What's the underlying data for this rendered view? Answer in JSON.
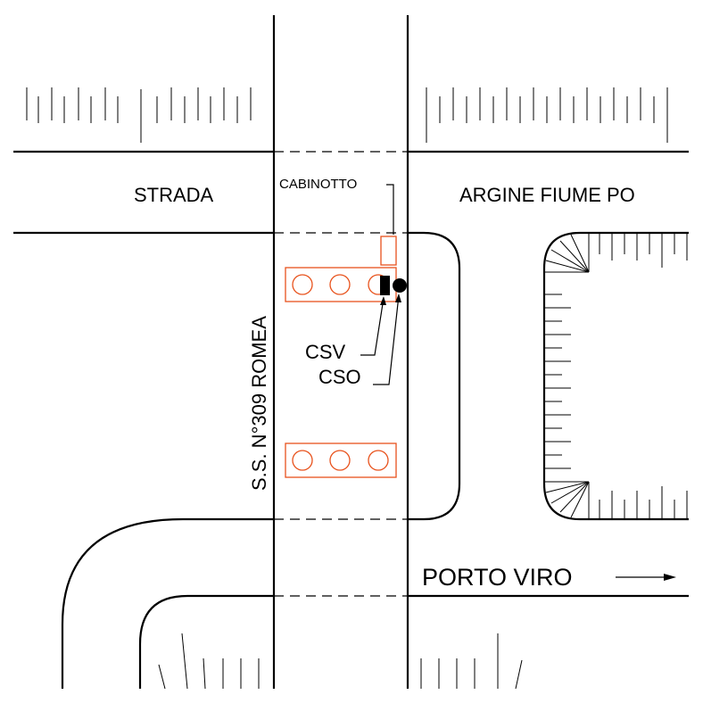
{
  "labels": {
    "strada": "STRADA",
    "argine": "ARGINE FIUME PO",
    "cabinotto": "CABINOTTO",
    "csv": "CSV",
    "cso": "CSO",
    "romea": "S.S. N°309 ROMEA",
    "porto_viro": "PORTO VIRO"
  },
  "colors": {
    "lines": "#000000",
    "equipment": "#e8521c"
  },
  "icons": {
    "direction": "arrow-right-icon"
  }
}
